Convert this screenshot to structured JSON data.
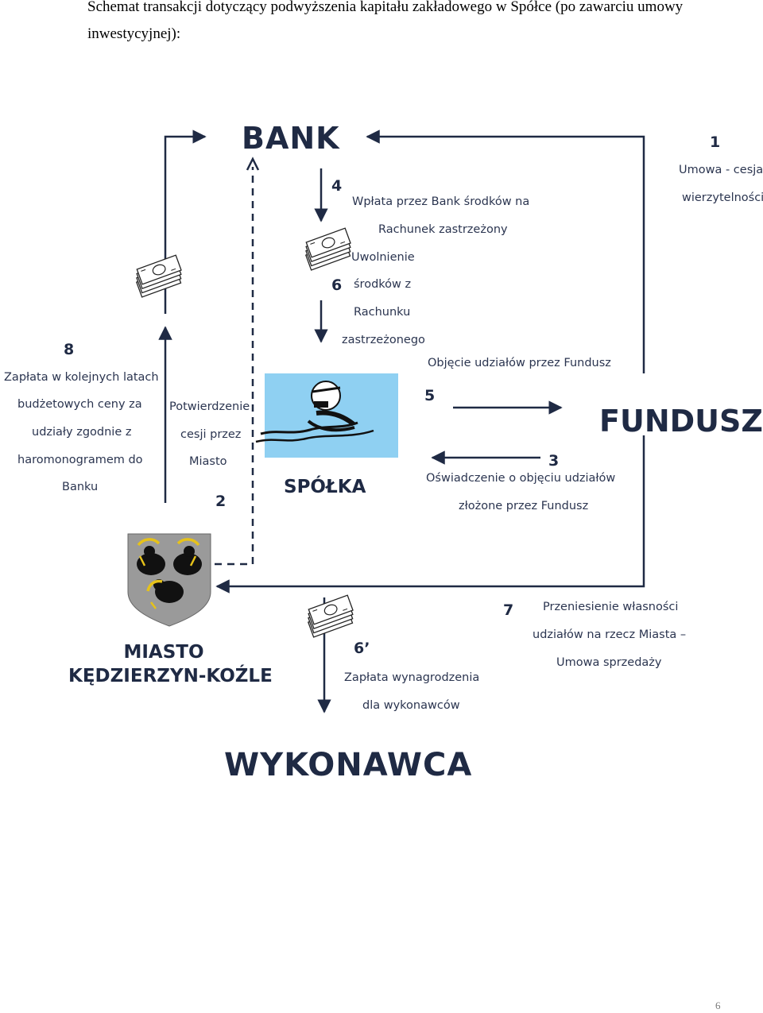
{
  "intro": {
    "line1": "Schemat transakcji dotyczący podwyższenia kapitału zakładowego w Spółce (po zawarciu umowy",
    "line2": "inwestycyjnej):"
  },
  "nodes": {
    "bank": "BANK",
    "fundusz": "FUNDUSZ",
    "spolka": "SPÓŁKA",
    "miasto_line1": "MIASTO",
    "miasto_line2": "KĘDZIERZYN-KOŹLE",
    "wykonawca": "WYKONAWCA"
  },
  "steps": {
    "s1": {
      "num": "1",
      "lines": [
        "Umowa - cesja",
        "wierzytelności"
      ]
    },
    "s2": {
      "num": "2",
      "lines": [
        "Potwierdzenie",
        "cesji przez",
        "Miasto"
      ]
    },
    "s3": {
      "num": "3",
      "lines": [
        "Oświadczenie o objęciu udziałów",
        "złożone przez Fundusz"
      ]
    },
    "s4": {
      "num": "4",
      "lines": [
        "Wpłata przez Bank  środków na",
        "Rachunek zastrzeżony"
      ]
    },
    "s5": {
      "num": "5",
      "lines": [
        "Objęcie udziałów przez Fundusz"
      ]
    },
    "s6": {
      "num": "6",
      "lines": [
        "Uwolnienie",
        "środków z",
        "Rachunku",
        "zastrzeżonego"
      ]
    },
    "s6b": {
      "num": "6’",
      "lines": [
        "Zapłata wynagrodzenia",
        "dla wykonawców"
      ]
    },
    "s7": {
      "num": "7",
      "lines": [
        "Przeniesienie własności",
        "udziałów na rzecz Miasta –",
        "Umowa sprzedaży"
      ]
    },
    "s8": {
      "num": "8",
      "lines": [
        "Zapłata w kolejnych latach",
        "budżetowych ceny za",
        "udziały zgodnie z",
        "haromonogramem do",
        "Banku"
      ]
    }
  },
  "icons": {
    "money": "money-stack-icon",
    "logo": "swimmer-logo-icon",
    "crest": "city-crest-icon"
  },
  "colors": {
    "navy": "#1f2a44",
    "logo_bg": "#8fd0f2",
    "crest_gray": "#9a9a9a",
    "crest_gold": "#e6c21a"
  },
  "page_number": "6"
}
